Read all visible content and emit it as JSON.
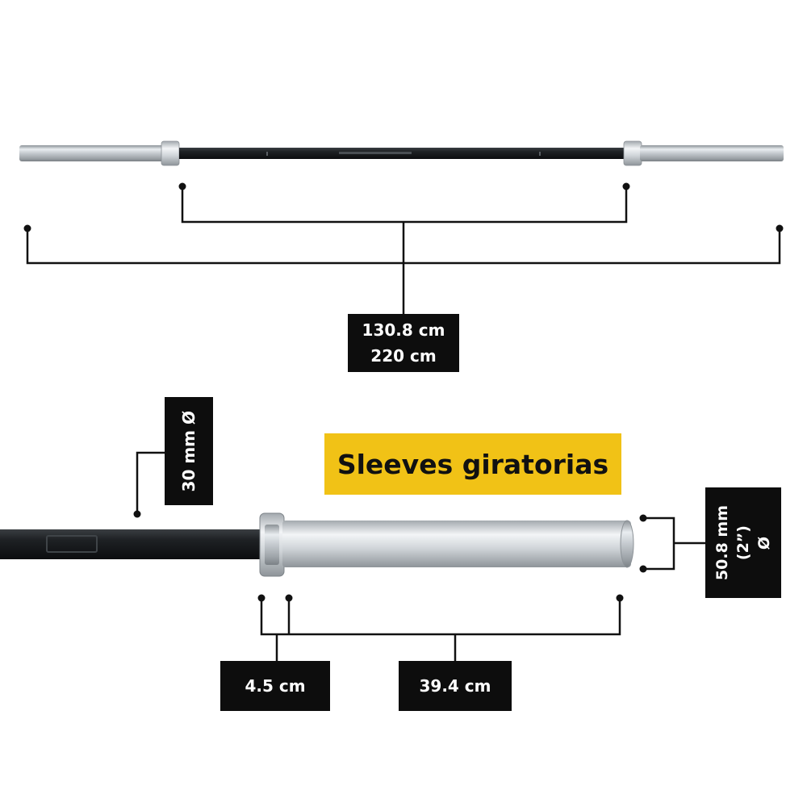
{
  "diagram": {
    "title": "Sleeves giratorias",
    "total_dimensions": {
      "line1": "130.8 cm",
      "line2": "220 cm"
    },
    "shaft_diameter": {
      "text": "30 mm Ø"
    },
    "sleeve_diameter": {
      "line1": "50.8 mm",
      "line2": "(2”)",
      "symbol": "Ø"
    },
    "collar_length": "4.5 cm",
    "sleeve_length": "39.4 cm"
  },
  "colors": {
    "label_bg": "#0d0d0d",
    "label_text": "#ffffff",
    "title_bg": "#f1c216",
    "shaft": "#202326",
    "sleeve": "#c7ccd1",
    "lines": "#111111"
  }
}
